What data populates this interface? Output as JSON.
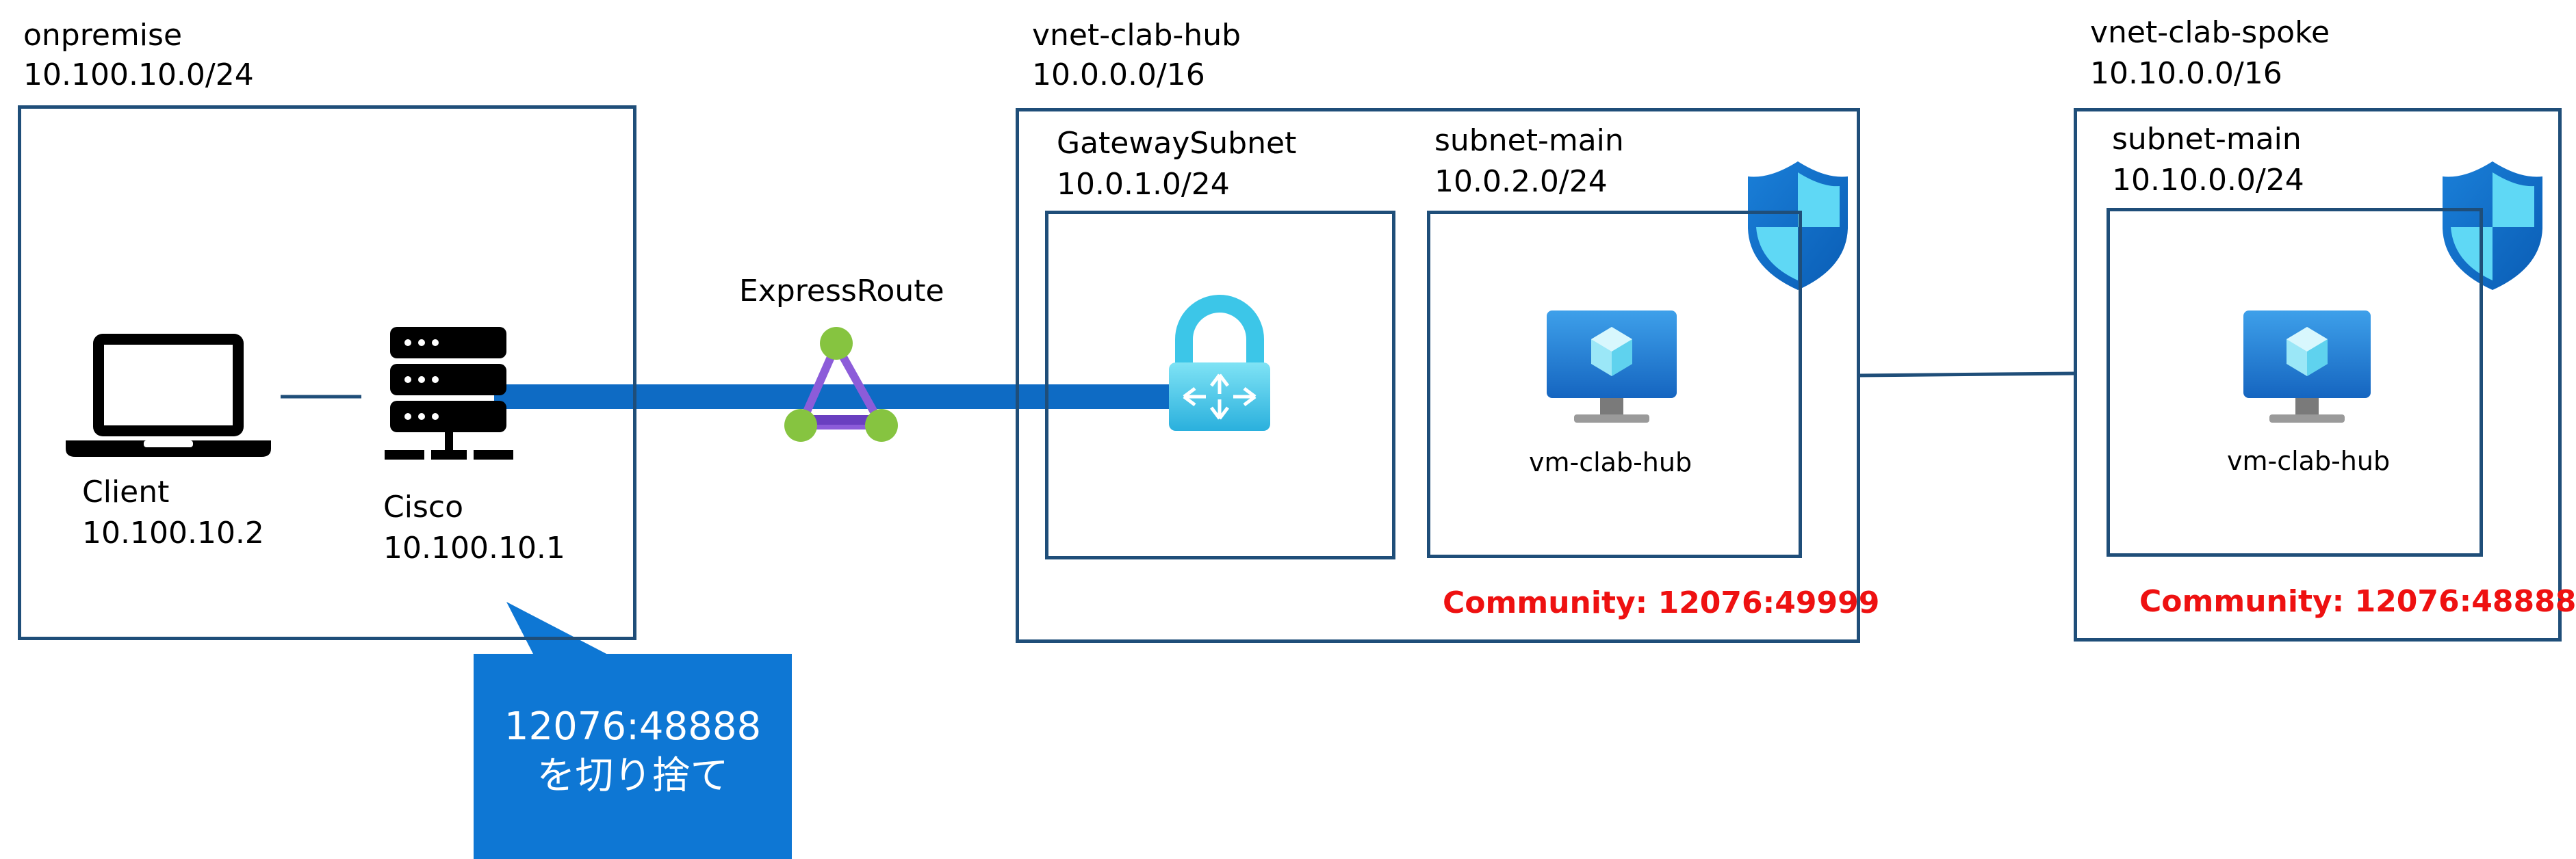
{
  "onpremise": {
    "name": "onpremise",
    "cidr": "10.100.10.0/24"
  },
  "client": {
    "name": "Client",
    "ip": "10.100.10.2"
  },
  "cisco": {
    "name": "Cisco",
    "ip": "10.100.10.1"
  },
  "callout": {
    "line1": "12076:48888",
    "line2": "を切り捨て"
  },
  "expressroute": {
    "label": "ExpressRoute"
  },
  "hub": {
    "name": "vnet-clab-hub",
    "cidr": "10.0.0.0/16",
    "gateway_subnet": {
      "name": "GatewaySubnet",
      "cidr": "10.0.1.0/24"
    },
    "subnet_main": {
      "name": "subnet-main",
      "cidr": "10.0.2.0/24"
    },
    "vm": "vm-clab-hub",
    "community": "Community: 12076:49999"
  },
  "spoke": {
    "name": "vnet-clab-spoke",
    "cidr": "10.10.0.0/16",
    "subnet_main": {
      "name": "subnet-main",
      "cidr": "10.10.0.0/24"
    },
    "vm": "vm-clab-hub",
    "community": "Community: 12076:48888"
  },
  "icons": [
    "laptop-icon",
    "server-icon",
    "expressroute-icon",
    "vpn-gateway-icon",
    "virtual-machine-icon",
    "shield-icon"
  ],
  "colors": {
    "border": "#1f4e79",
    "link": "#0e6bc4",
    "callout": "#0e77d4",
    "community": "#ee1111"
  }
}
